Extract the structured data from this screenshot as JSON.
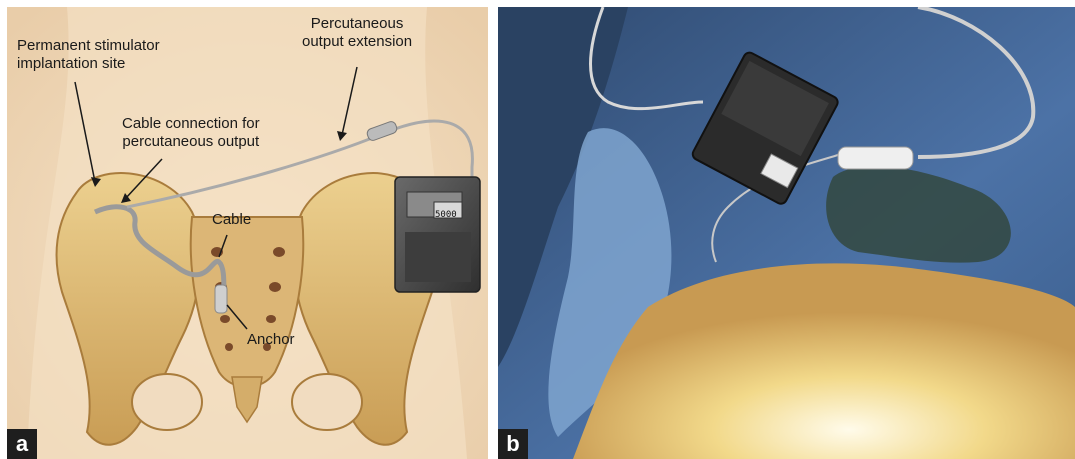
{
  "panel_a": {
    "letter": "a",
    "labels": {
      "implant_site": "Permanent stimulator\nimplantation site",
      "extension": "Percutaneous\noutput extension",
      "connection": "Cable connection for\npercutaneous output",
      "cable": "Cable",
      "anchor": "Anchor",
      "device_display": "5000"
    }
  },
  "panel_b": {
    "letter": "b"
  },
  "colors": {
    "bone": "#e3c07c",
    "bone_shadow": "#b88d48",
    "skin": "#f1dcc0",
    "drape": "#4e74a6",
    "device": "#4a4a4a"
  }
}
